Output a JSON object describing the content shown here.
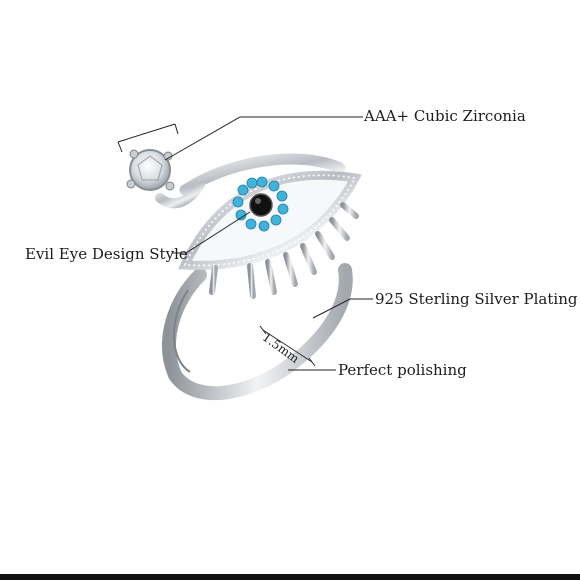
{
  "labels": {
    "cubic_zirconia": "AAA+ Cubic Zirconia",
    "evil_eye": "Evil Eye Design Style",
    "sterling_silver": "925 Sterling Silver Plating",
    "polishing": "Perfect polishing",
    "band_width": "1.5mm"
  },
  "colors": {
    "silver": "#c9ccd1",
    "silver_dark": "#8a8f96",
    "turquoise": "#3fb3d9",
    "pupil": "#111111",
    "leader_line": "#222222"
  }
}
